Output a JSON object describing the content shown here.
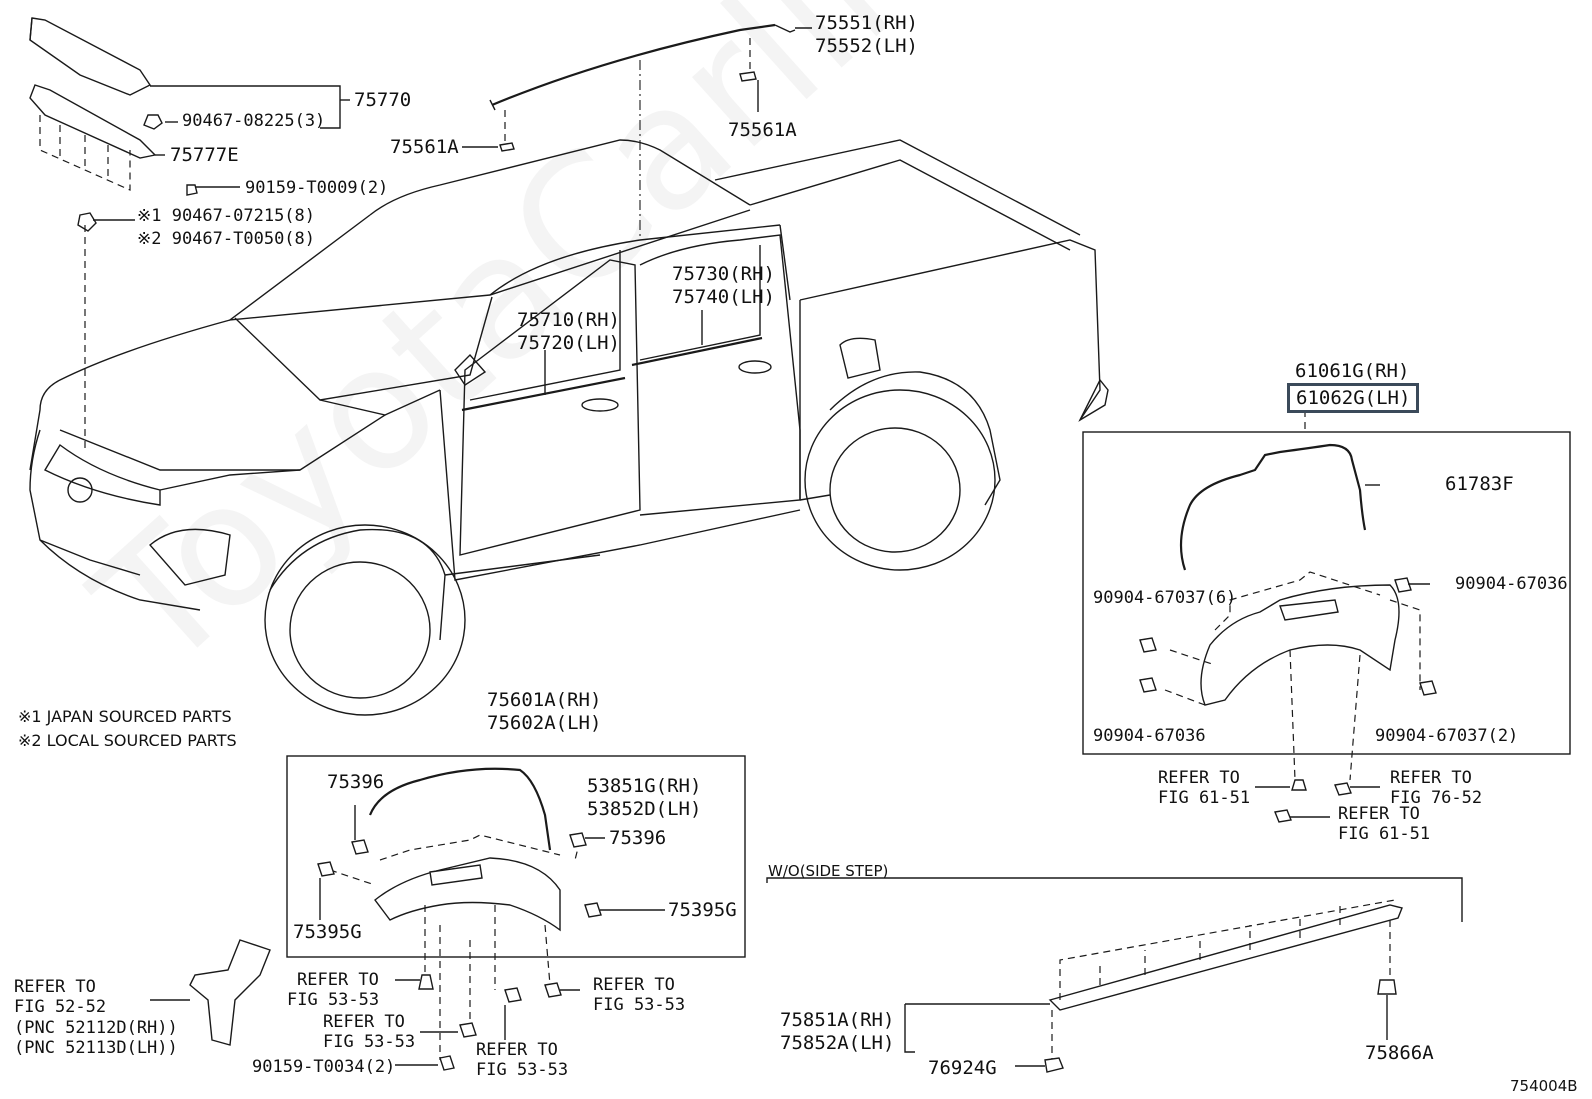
{
  "watermark": "ToyotaCarline.ru",
  "diagram_code": "754004B",
  "notes": {
    "n1": "※1 JAPAN SOURCED PARTS",
    "n2": "※2 LOCAL SOURCED PARTS"
  },
  "section_wo_side_step": "W/O(SIDE STEP)",
  "parts": {
    "p75551": "75551(RH)",
    "p75552": "75552(LH)",
    "p75561a_r": "75561A",
    "p75561a_l": "75561A",
    "p75770": "75770",
    "p90467_08225": "90467-08225(3)",
    "p75777e": "75777E",
    "p90159_t0009": "90159-T0009(2)",
    "p90467_07215": "※1 90467-07215(8)",
    "p90467_t0050": "※2 90467-T0050(8)",
    "p75730": "75730(RH)",
    "p75740": "75740(LH)",
    "p75710": "75710(RH)",
    "p75720": "75720(LH)",
    "p61061g": "61061G(RH)",
    "p61062g": "61062G(LH)",
    "p61783f": "61783F",
    "p90904_67036_a": "90904-67036",
    "p90904_67037_6": "90904-67037(6)",
    "p90904_67036_b": "90904-67036",
    "p90904_67037_2": "90904-67037(2)",
    "p75601a": "75601A(RH)",
    "p75602a": "75602A(LH)",
    "p75396_a": "75396",
    "p53851g": "53851G(RH)",
    "p53852d": "53852D(LH)",
    "p75396_b": "75396",
    "p75395g_a": "75395G",
    "p75395g_b": "75395G",
    "p90159_t0034": "90159-T0034(2)",
    "p75851a": "75851A(RH)",
    "p75852a": "75852A(LH)",
    "p76924g": "76924G",
    "p75866a": "75866A"
  },
  "refs": {
    "r61_51_a1": "REFER TO",
    "r61_51_a2": "FIG 61-51",
    "r76_52_1": "REFER TO",
    "r76_52_2": "FIG 76-52",
    "r61_51_b1": "REFER TO",
    "r61_51_b2": "FIG 61-51",
    "r53_53_a1": "REFER TO",
    "r53_53_a2": "FIG 53-53",
    "r53_53_b1": "REFER TO",
    "r53_53_b2": "FIG 53-53",
    "r53_53_c1": "REFER TO",
    "r53_53_c2": "FIG 53-53",
    "r53_53_d1": "REFER TO",
    "r53_53_d2": "FIG 53-53",
    "r52_52_1": "REFER TO",
    "r52_52_2": "FIG 52-52",
    "r52_52_3": "(PNC 52112D(RH))",
    "r52_52_4": "(PNC 52113D(LH))"
  }
}
